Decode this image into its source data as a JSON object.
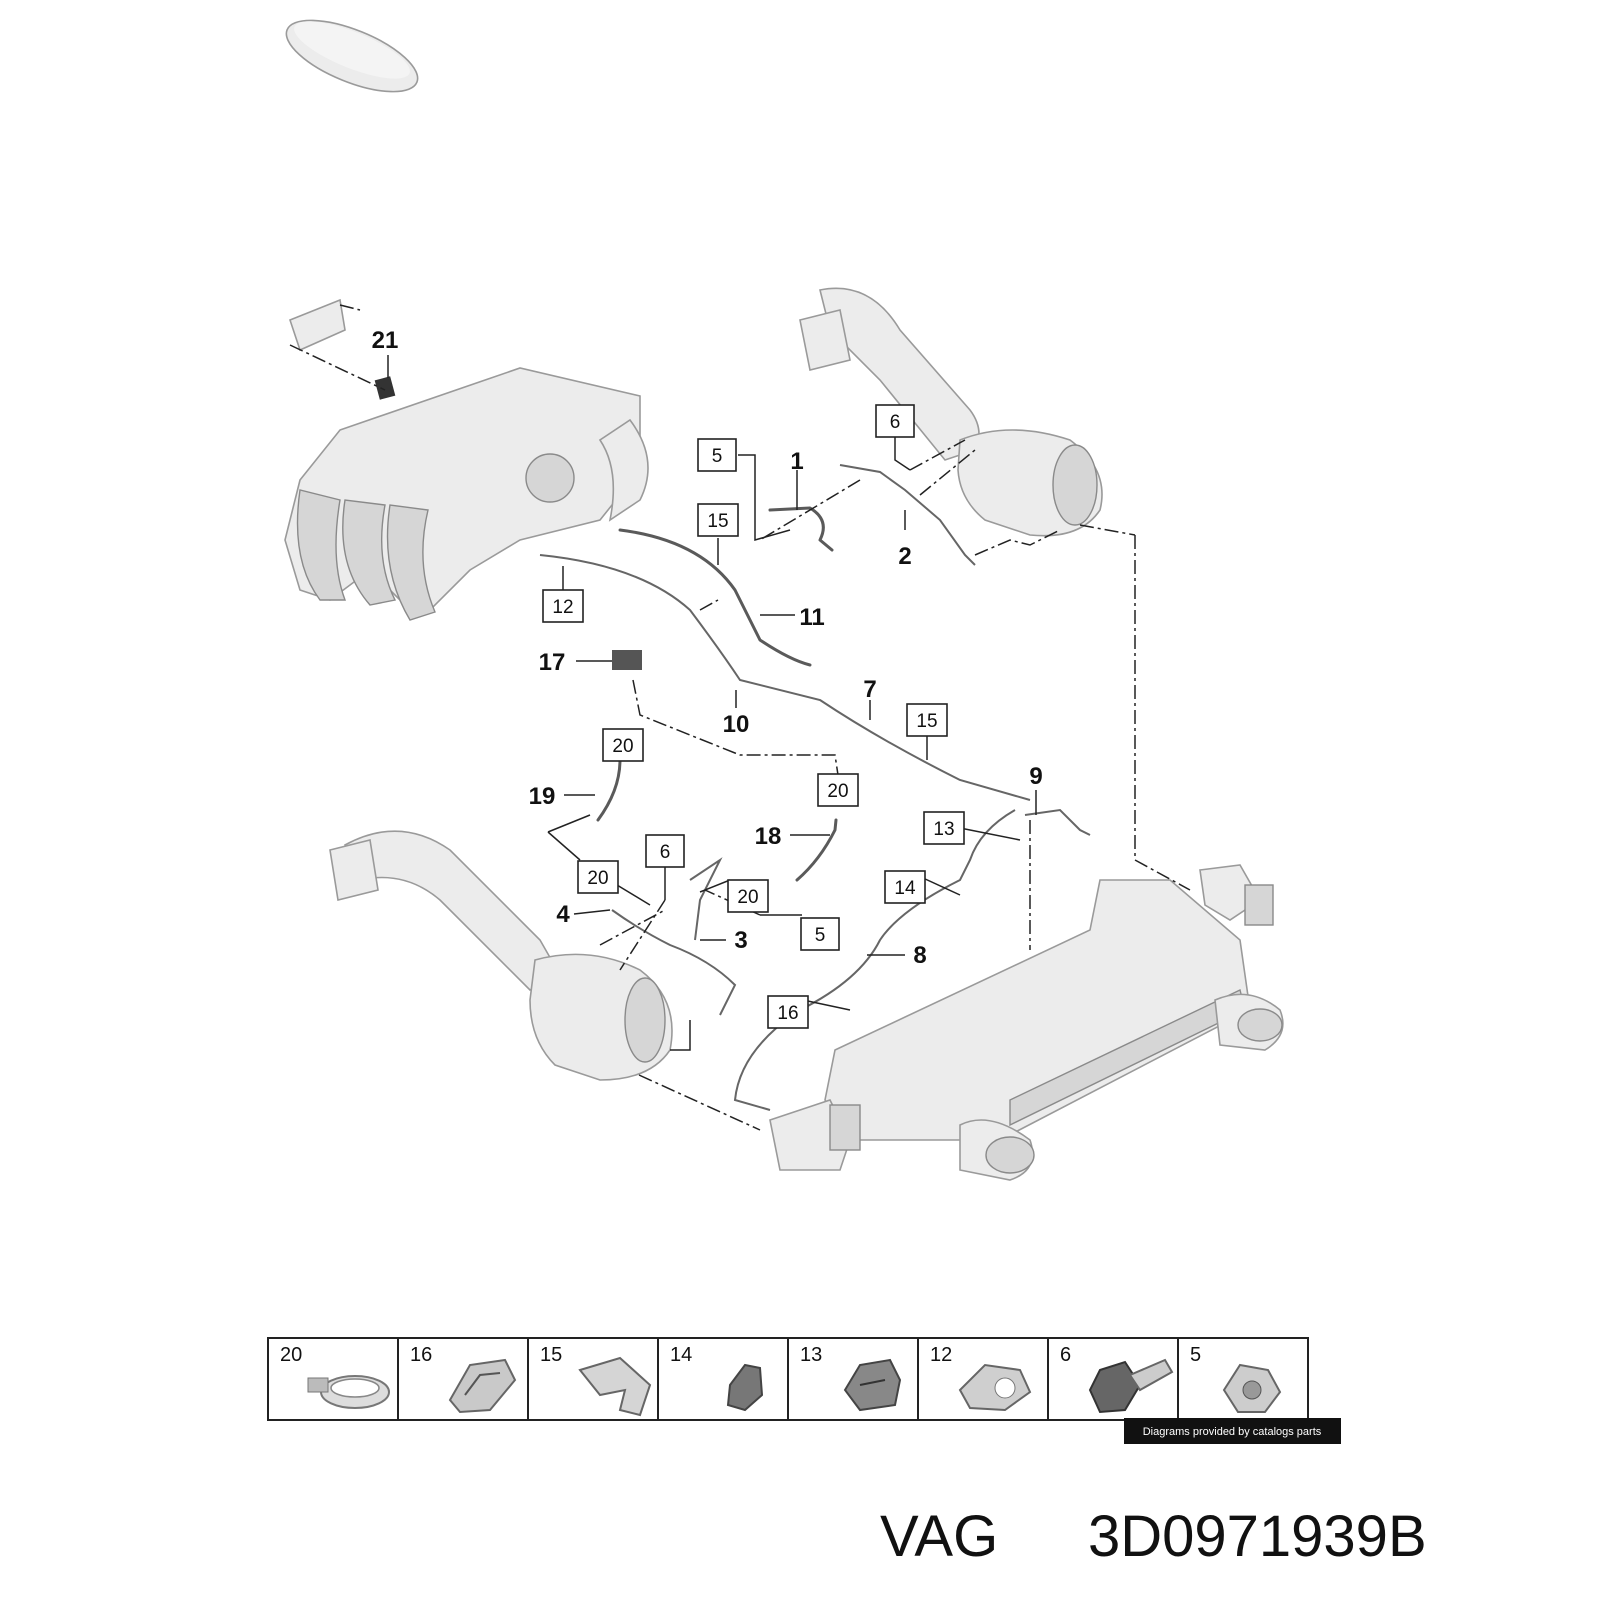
{
  "callouts_bold": [
    {
      "id": "1",
      "text": "1"
    },
    {
      "id": "2",
      "text": "2"
    },
    {
      "id": "3",
      "text": "3"
    },
    {
      "id": "4",
      "text": "4"
    },
    {
      "id": "7",
      "text": "7"
    },
    {
      "id": "8",
      "text": "8"
    },
    {
      "id": "9",
      "text": "9"
    },
    {
      "id": "10",
      "text": "10"
    },
    {
      "id": "11",
      "text": "11"
    },
    {
      "id": "17",
      "text": "17"
    },
    {
      "id": "18",
      "text": "18"
    },
    {
      "id": "19",
      "text": "19"
    },
    {
      "id": "21",
      "text": "21"
    }
  ],
  "callouts_boxed": [
    {
      "id": "b5a",
      "text": "5"
    },
    {
      "id": "b6a",
      "text": "6"
    },
    {
      "id": "b15a",
      "text": "15"
    },
    {
      "id": "b12",
      "text": "12"
    },
    {
      "id": "b15b",
      "text": "15"
    },
    {
      "id": "b20a",
      "text": "20"
    },
    {
      "id": "b20b",
      "text": "20"
    },
    {
      "id": "b13",
      "text": "13"
    },
    {
      "id": "b6b",
      "text": "6"
    },
    {
      "id": "b20c",
      "text": "20"
    },
    {
      "id": "b20d",
      "text": "20"
    },
    {
      "id": "b14",
      "text": "14"
    },
    {
      "id": "b5b",
      "text": "5"
    },
    {
      "id": "b16",
      "text": "16"
    }
  ],
  "legend": [
    {
      "num": "20",
      "icon": "hose-clamp-icon"
    },
    {
      "num": "16",
      "icon": "holder-clip-icon"
    },
    {
      "num": "15",
      "icon": "bracket-clip-icon"
    },
    {
      "num": "14",
      "icon": "connector-clip-icon"
    },
    {
      "num": "13",
      "icon": "double-clip-icon"
    },
    {
      "num": "12",
      "icon": "pipe-clip-icon"
    },
    {
      "num": "6",
      "icon": "stud-bolt-icon"
    },
    {
      "num": "5",
      "icon": "hex-nut-icon"
    }
  ],
  "credit": "Diagrams provided by catalogs parts",
  "brand": "VAG",
  "part_number": "3D0971939B"
}
